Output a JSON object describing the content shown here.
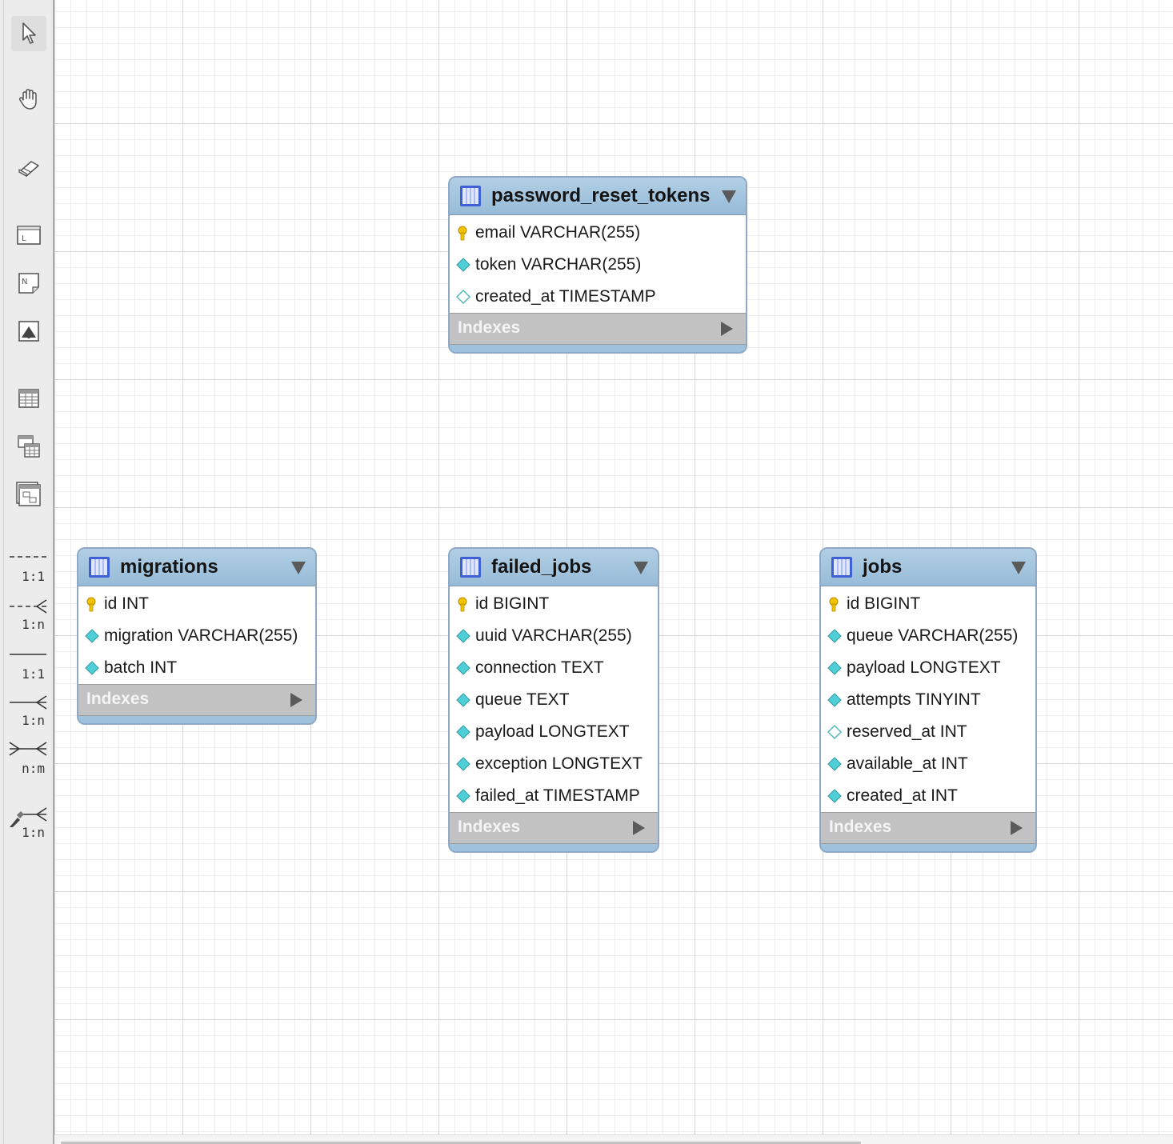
{
  "toolbar": {
    "tools": [
      {
        "name": "select-tool",
        "icon": "arrow-pointer-icon",
        "active": true
      },
      {
        "name": "hand-tool",
        "icon": "hand-icon"
      },
      {
        "name": "eraser-tool",
        "icon": "eraser-icon"
      },
      {
        "name": "layer-tool",
        "icon": "layer-icon"
      },
      {
        "name": "note-tool",
        "icon": "note-icon"
      },
      {
        "name": "image-tool",
        "icon": "image-icon"
      },
      {
        "name": "table-tool",
        "icon": "table-icon"
      },
      {
        "name": "view-tool",
        "icon": "view-icon"
      },
      {
        "name": "routine-group-tool",
        "icon": "routine-group-icon"
      }
    ],
    "relationships": [
      {
        "label": "1:1",
        "style": "non-identifying"
      },
      {
        "label": "1:n",
        "style": "non-identifying"
      },
      {
        "label": "1:1",
        "style": "identifying"
      },
      {
        "label": "1:n",
        "style": "identifying"
      },
      {
        "label": "n:m",
        "style": "identifying"
      },
      {
        "label": "1:n",
        "style": "existing-columns"
      }
    ]
  },
  "colors": {
    "header_blue": "#9fc2dc",
    "indexes_gray": "#c2c2c2",
    "primary_key_yellow": "#f2c200",
    "column_diamond_cyan": "#4fd0d8"
  },
  "tables": {
    "password_reset_tokens": {
      "name": "password_reset_tokens",
      "columns": [
        {
          "text": "email VARCHAR(255)",
          "kind": "pk"
        },
        {
          "text": "token VARCHAR(255)",
          "kind": "notnull"
        },
        {
          "text": "created_at TIMESTAMP",
          "kind": "nullable"
        }
      ],
      "indexes_label": "Indexes"
    },
    "migrations": {
      "name": "migrations",
      "columns": [
        {
          "text": "id INT",
          "kind": "pk"
        },
        {
          "text": "migration VARCHAR(255)",
          "kind": "notnull"
        },
        {
          "text": "batch INT",
          "kind": "notnull"
        }
      ],
      "indexes_label": "Indexes"
    },
    "failed_jobs": {
      "name": "failed_jobs",
      "columns": [
        {
          "text": "id BIGINT",
          "kind": "pk"
        },
        {
          "text": "uuid VARCHAR(255)",
          "kind": "notnull"
        },
        {
          "text": "connection TEXT",
          "kind": "notnull"
        },
        {
          "text": "queue TEXT",
          "kind": "notnull"
        },
        {
          "text": "payload LONGTEXT",
          "kind": "notnull"
        },
        {
          "text": "exception LONGTEXT",
          "kind": "notnull"
        },
        {
          "text": "failed_at TIMESTAMP",
          "kind": "notnull"
        }
      ],
      "indexes_label": "Indexes"
    },
    "jobs": {
      "name": "jobs",
      "columns": [
        {
          "text": "id BIGINT",
          "kind": "pk"
        },
        {
          "text": "queue VARCHAR(255)",
          "kind": "notnull"
        },
        {
          "text": "payload LONGTEXT",
          "kind": "notnull"
        },
        {
          "text": "attempts TINYINT",
          "kind": "notnull"
        },
        {
          "text": "reserved_at INT",
          "kind": "nullable"
        },
        {
          "text": "available_at INT",
          "kind": "notnull"
        },
        {
          "text": "created_at INT",
          "kind": "notnull"
        }
      ],
      "indexes_label": "Indexes"
    }
  }
}
